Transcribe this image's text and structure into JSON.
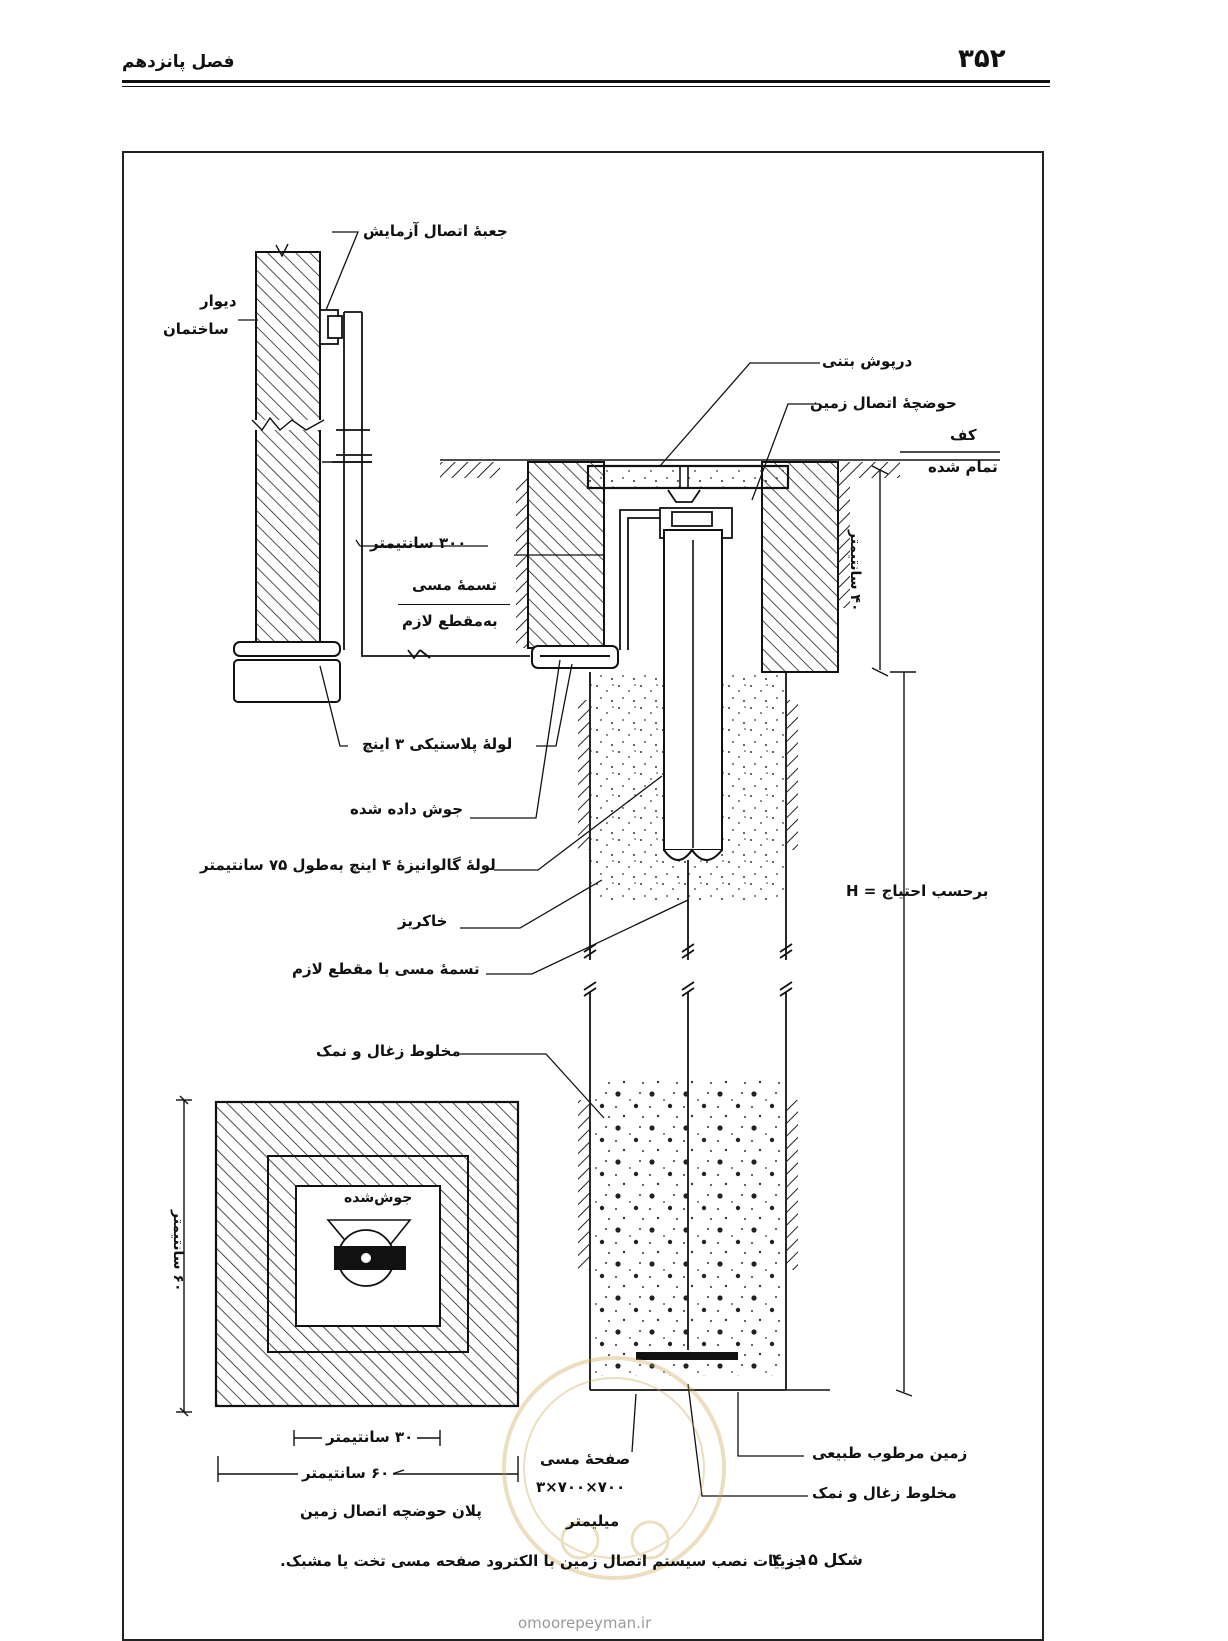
{
  "header": {
    "page_number": "۳۵۲",
    "chapter_title": "فصل پانزدهم"
  },
  "labels": {
    "test_box": "جعبهٔ اتصال آزمایش",
    "wall_1": "دیوار",
    "wall_2": "ساختمان",
    "concrete_cover": "درپوش بتنی",
    "earth_pit": "حوضچهٔ اتصال زمین",
    "floor_1": "کف",
    "floor_2": "تمام شده",
    "len_300": "۳۰۰ سانتیمتر",
    "copper_strip": "تسمهٔ مسی",
    "required_section": "به‌مقطع لازم",
    "depth_40": "۴۰ سانتیمتر",
    "plastic_pipe": "لولهٔ پلاستیکی ۳ اینچ",
    "welded": "جوش داده شده",
    "galv_pipe": "لولهٔ گالوانیزهٔ ۴ اینچ به‌طول ۷۵ سانتیمتر",
    "backfill": "خاکریز",
    "strip_required": "تسمهٔ مسی با مقطع لازم",
    "h_as_needed": "برحسب احتیاج = H",
    "charcoal_salt": "مخلوط زغال و نمک",
    "moist_earth": "زمین مرطوب طبیعی",
    "charcoal_salt_2": "مخلوط زغال و نمک",
    "copper_plate": "صفحهٔ مسی",
    "plate_size": "۷۰۰×۷۰۰×۳",
    "millimeter": "میلیمتر"
  },
  "plan": {
    "welded_label": "جوش‌شده",
    "dim_60_vertical": "۶۰ سانتیمتر",
    "dim_30": "۳۰ سانتیمتر",
    "dim_60": "۶۰ سانتیمتر",
    "title": "پلان حوضچه اتصال زمین"
  },
  "caption": {
    "figure_number": "شکل ۱۵ ـ ۴",
    "text": "جزییات نصب سیستم اتصال زمین با الکترود صفحه مسی تخت یا مشبک."
  },
  "watermark": {
    "site": "omoorepeyman.ir"
  }
}
